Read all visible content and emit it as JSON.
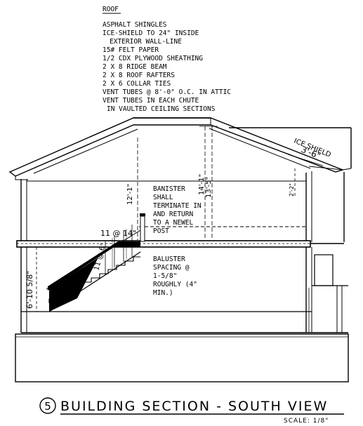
{
  "roof_notes": {
    "heading": "ROOF",
    "lines": [
      "ASPHALT SHINGLES",
      "ICE-SHIELD TO 24\" INSIDE",
      "EXTERIOR WALL-LINE",
      "15# FELT PAPER",
      "1/2 CDX PLYWOOD SHEATHING",
      "2 X 8 RIDGE BEAM",
      "2 X 8 ROOF RAFTERS",
      "2 X 6 COLLAR TIES",
      "VENT TUBES @ 8'-0\" O.C. IN ATTIC",
      "VENT TUBES IN EACH CHUTE",
      "IN VAULTED CEILING SECTIONS"
    ]
  },
  "ice_shield": {
    "label": "ICE SHIELD",
    "dimension": "3'-6\""
  },
  "dimensions": {
    "upper_wall": "12'-1\"",
    "ridge_outer": "14'-1\"",
    "ridge_inner": "13'-5\"",
    "eave_height": "2'-2\"",
    "stair_left": "6'-10 5/8\"",
    "stair_run": "11 @ 14\"",
    "stair_rise": "11 @ 6\""
  },
  "banister_note": [
    "BANISTER",
    "SHALL",
    "TERMINATE IN",
    "AND RETURN",
    "TO A NEWEL",
    "POST"
  ],
  "baluster_note": [
    "BALUSTER",
    "SPACING @",
    "1-5/8\"",
    "ROUGHLY (4\"",
    "MIN.)"
  ],
  "title_block": {
    "number": "5",
    "title": "BUILDING SECTION - SOUTH VIEW",
    "scale": "SCALE: 1/8\""
  }
}
